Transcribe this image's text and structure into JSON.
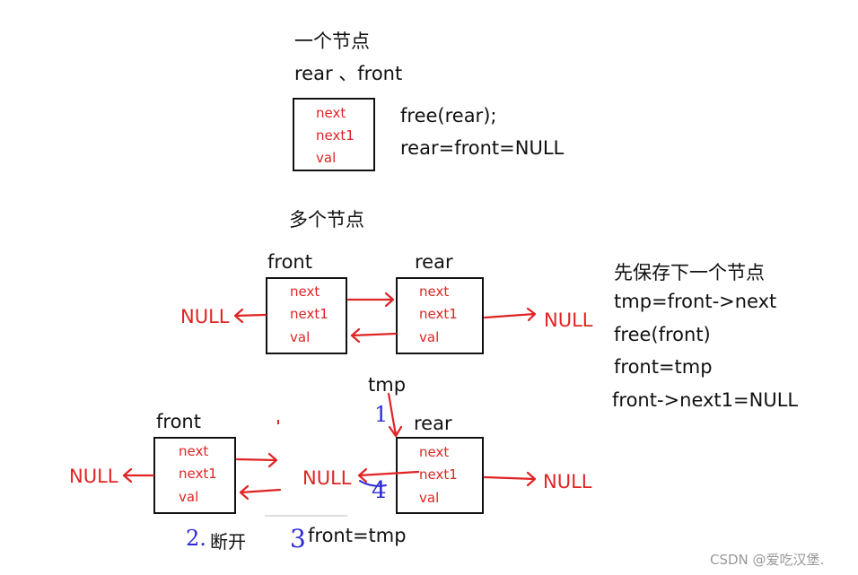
{
  "section1": {
    "heading": "一个节点",
    "labels": "rear 、front",
    "node": {
      "f1": "next",
      "f2": "next1",
      "f3": "val"
    },
    "code": [
      "free(rear);",
      "rear=front=NULL"
    ]
  },
  "section2": {
    "heading": "多个节点",
    "front_label": "front",
    "rear_label": "rear",
    "front_node": {
      "f1": "next",
      "f2": "next1",
      "f3": "val"
    },
    "rear_node": {
      "f1": "next",
      "f2": "next1",
      "f3": "val"
    },
    "null_left": "NULL",
    "null_right": "NULL",
    "code": [
      "先保存下一个节点",
      "tmp=front->next",
      "free(front)",
      "front=tmp",
      "front->next1=NULL"
    ]
  },
  "section3": {
    "front_label": "front",
    "rear_label": "rear",
    "tmp_label": "tmp",
    "front_node": {
      "f1": "next",
      "f2": "next1",
      "f3": "val"
    },
    "rear_node": {
      "f1": "next",
      "f2": "next1",
      "f3": "val"
    },
    "null_left": "NULL",
    "null_mid": "NULL",
    "null_right": "NULL",
    "annot_1": "1",
    "annot_4": "4",
    "annot_2": "2.",
    "annot_2_text": "断开",
    "annot_3": "3",
    "annot_3_text": "front=tmp"
  },
  "watermark": "CSDN @爱吃汉堡."
}
